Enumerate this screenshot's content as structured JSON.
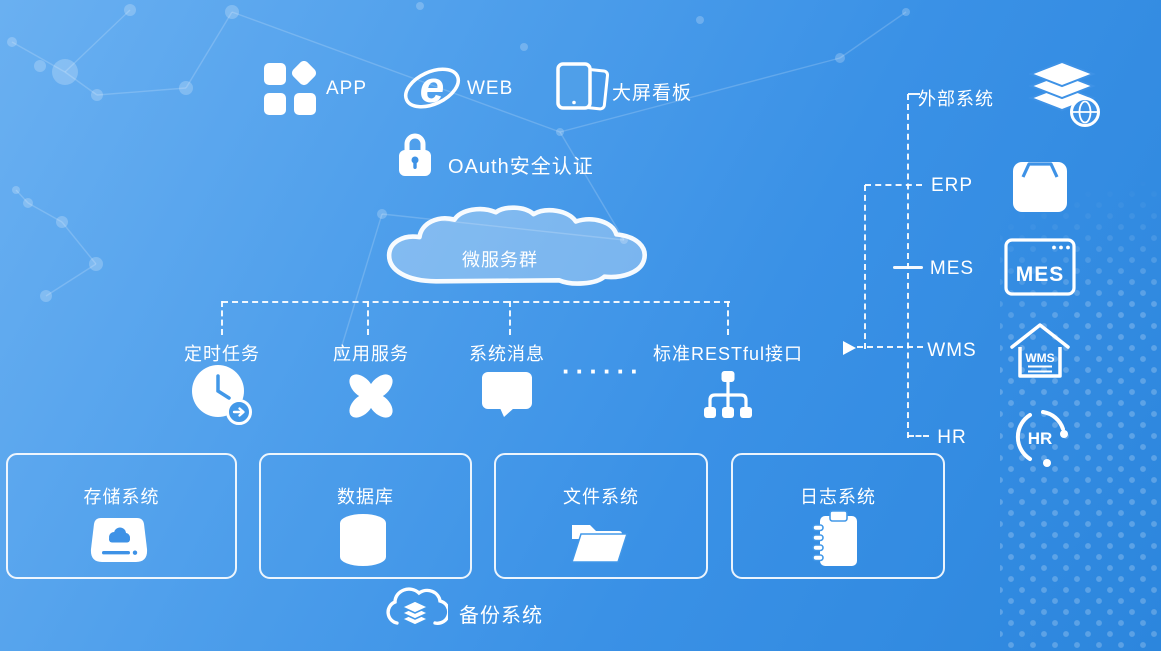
{
  "clients": [
    {
      "label": "APP"
    },
    {
      "label": "WEB",
      "icon_text": "e"
    },
    {
      "label": "大屏看板"
    }
  ],
  "auth": {
    "label": "OAuth安全认证"
  },
  "cloud": {
    "label": "微服务群"
  },
  "services": [
    {
      "label": "定时任务"
    },
    {
      "label": "应用服务"
    },
    {
      "label": "系统消息"
    },
    {
      "label": "标准RESTful接口"
    }
  ],
  "ellipsis": "······",
  "external": {
    "title": "外部系统",
    "items": [
      {
        "label": "ERP"
      },
      {
        "label": "MES",
        "icon_text": "MES"
      },
      {
        "label": "WMS",
        "icon_text": "WMS"
      },
      {
        "label": "HR",
        "icon_text": "HR"
      }
    ]
  },
  "infrastructure": [
    {
      "label": "存储系统"
    },
    {
      "label": "数据库"
    },
    {
      "label": "文件系统"
    },
    {
      "label": "日志系统"
    }
  ],
  "backup": {
    "label": "备份系统"
  },
  "colors": {
    "bg_top_left": "#6ab0f1",
    "bg_bottom_right": "#2c86dd",
    "icon_white": "#ffffff",
    "icon_blue": "#3e92e6",
    "line": "rgba(255,255,255,0.92)"
  }
}
